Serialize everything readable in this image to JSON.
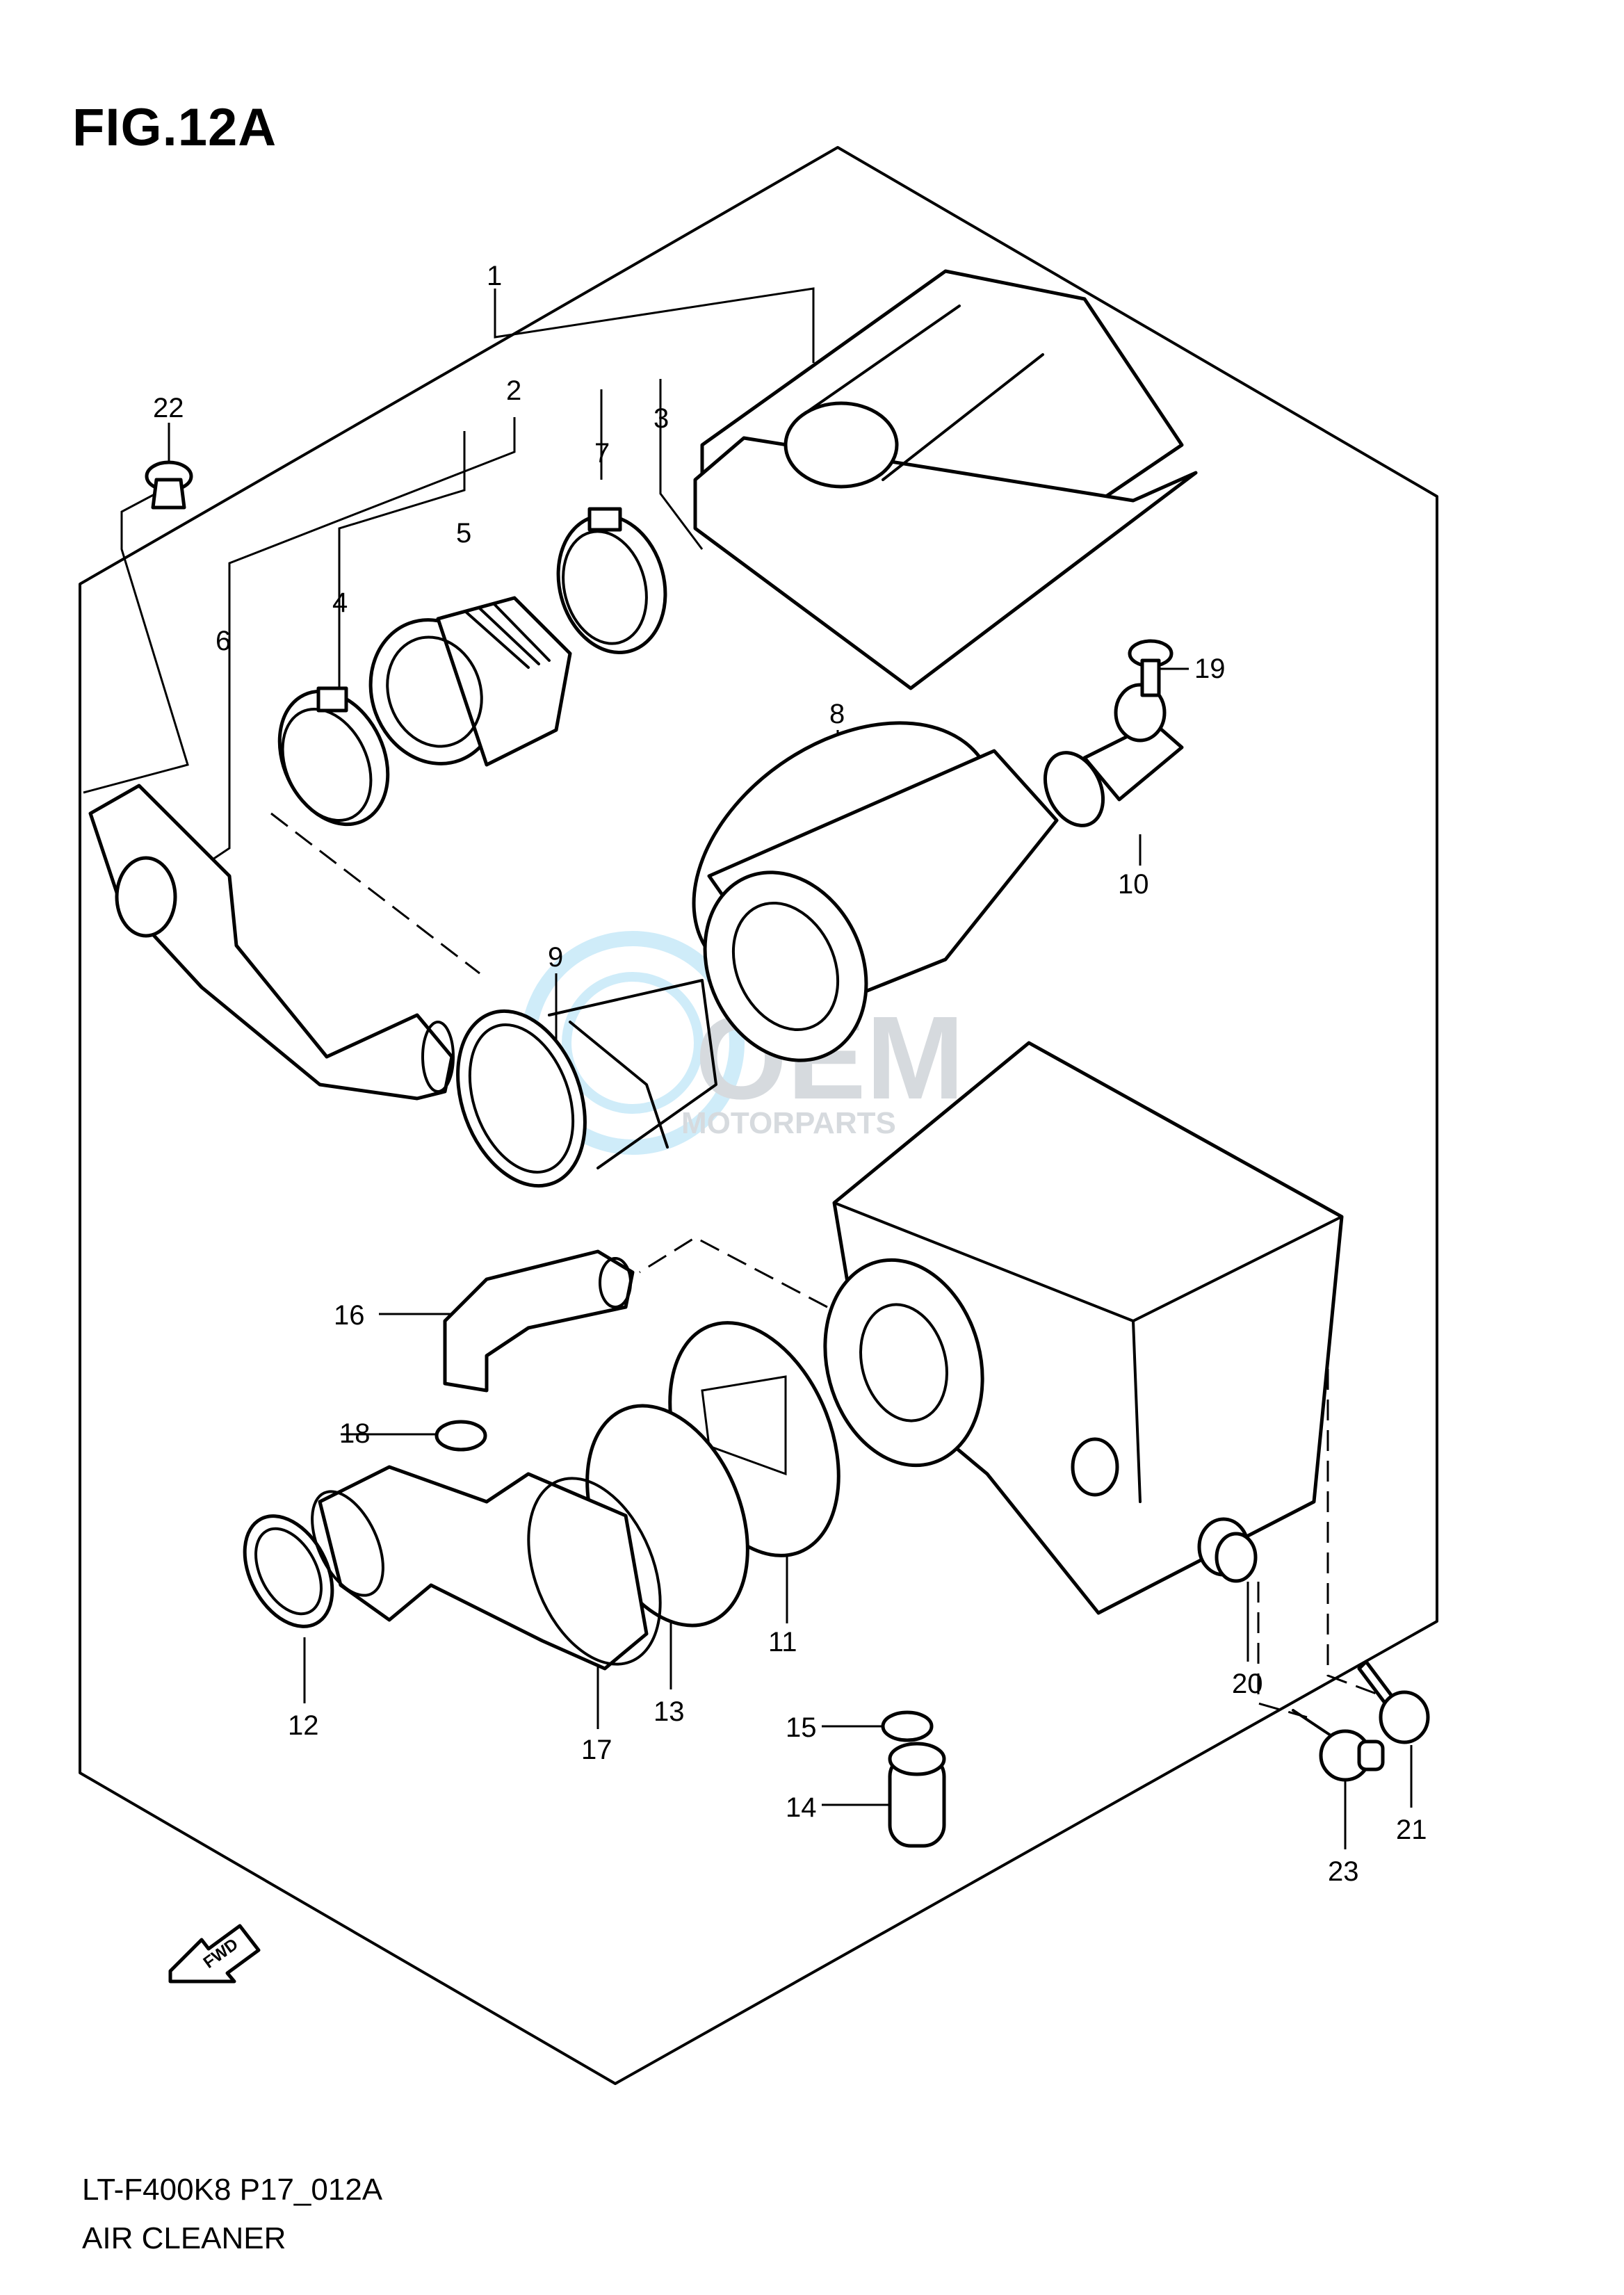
{
  "figure": {
    "title": "FIG.12A",
    "model_code": "LT-F400K8 P17_012A",
    "section_name": "AIR CLEANER",
    "direction_label": "FWD"
  },
  "watermark": {
    "text_main": "OEM",
    "text_sub": "MOTORPARTS"
  },
  "callouts": [
    "1",
    "2",
    "3",
    "4",
    "5",
    "6",
    "7",
    "8",
    "9",
    "10",
    "11",
    "12",
    "13",
    "14",
    "15",
    "16",
    "17",
    "18",
    "19",
    "20",
    "21",
    "22",
    "23"
  ]
}
